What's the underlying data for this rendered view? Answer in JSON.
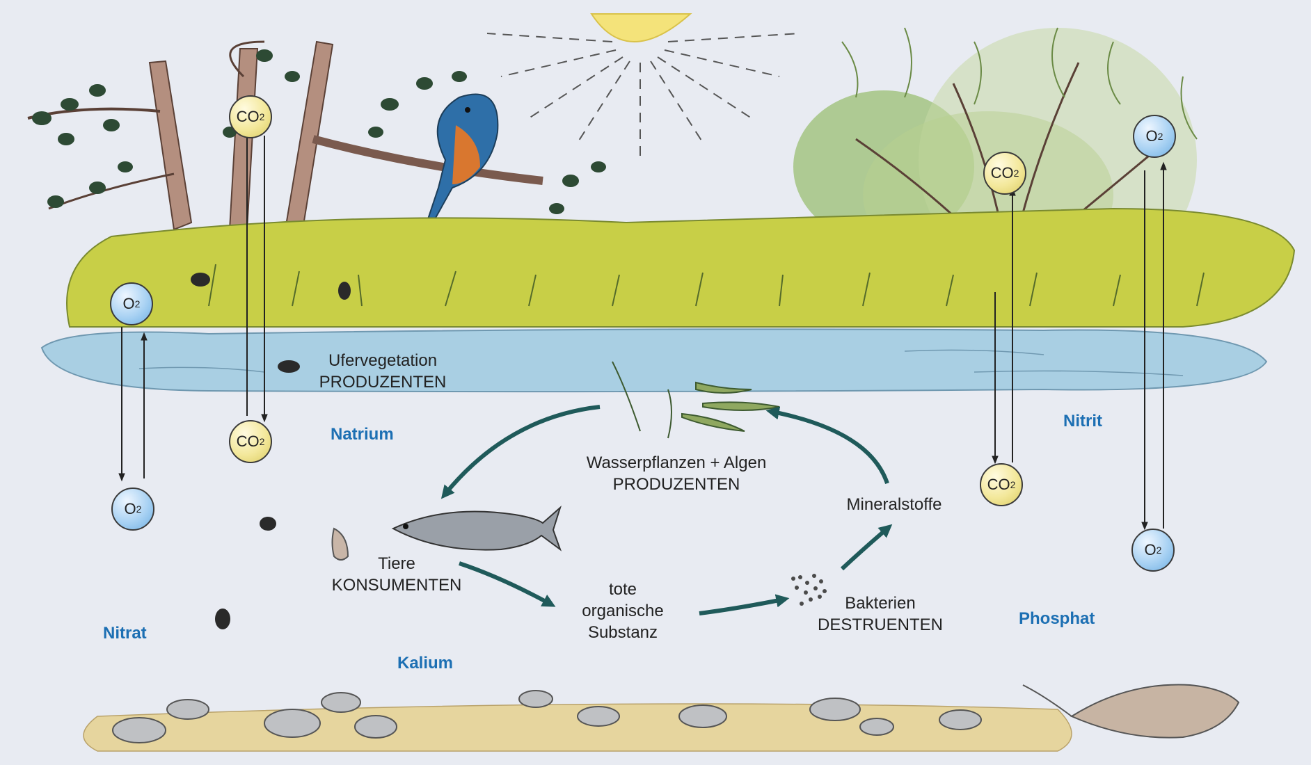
{
  "labels": {
    "ufer_line1": "Ufervegetation",
    "ufer_line2": "PRODUZENTEN",
    "wasser_line1": "Wasserpflanzen + Algen",
    "wasser_line2": "PRODUZENTEN",
    "tiere_line1": "Tiere",
    "tiere_line2": "KONSUMENTEN",
    "tote_line1": "tote",
    "tote_line2": "organische",
    "tote_line3": "Substanz",
    "bakterien_line1": "Bakterien",
    "bakterien_line2": "DESTRUENTEN",
    "mineral": "Mineralstoffe"
  },
  "nutrients": {
    "natrium": "Natrium",
    "nitrit": "Nitrit",
    "nitrat": "Nitrat",
    "kalium": "Kalium",
    "phosphat": "Phosphat"
  },
  "gases": {
    "o2_base": "O",
    "co2_base": "CO",
    "subscript": "2"
  },
  "colors": {
    "cycle_arrow": "#1f5a5a",
    "nutrient_text": "#1c6fb3",
    "water": "#a9cfe3",
    "grass": "#c9cf4a",
    "sun": "#f4e37a"
  }
}
